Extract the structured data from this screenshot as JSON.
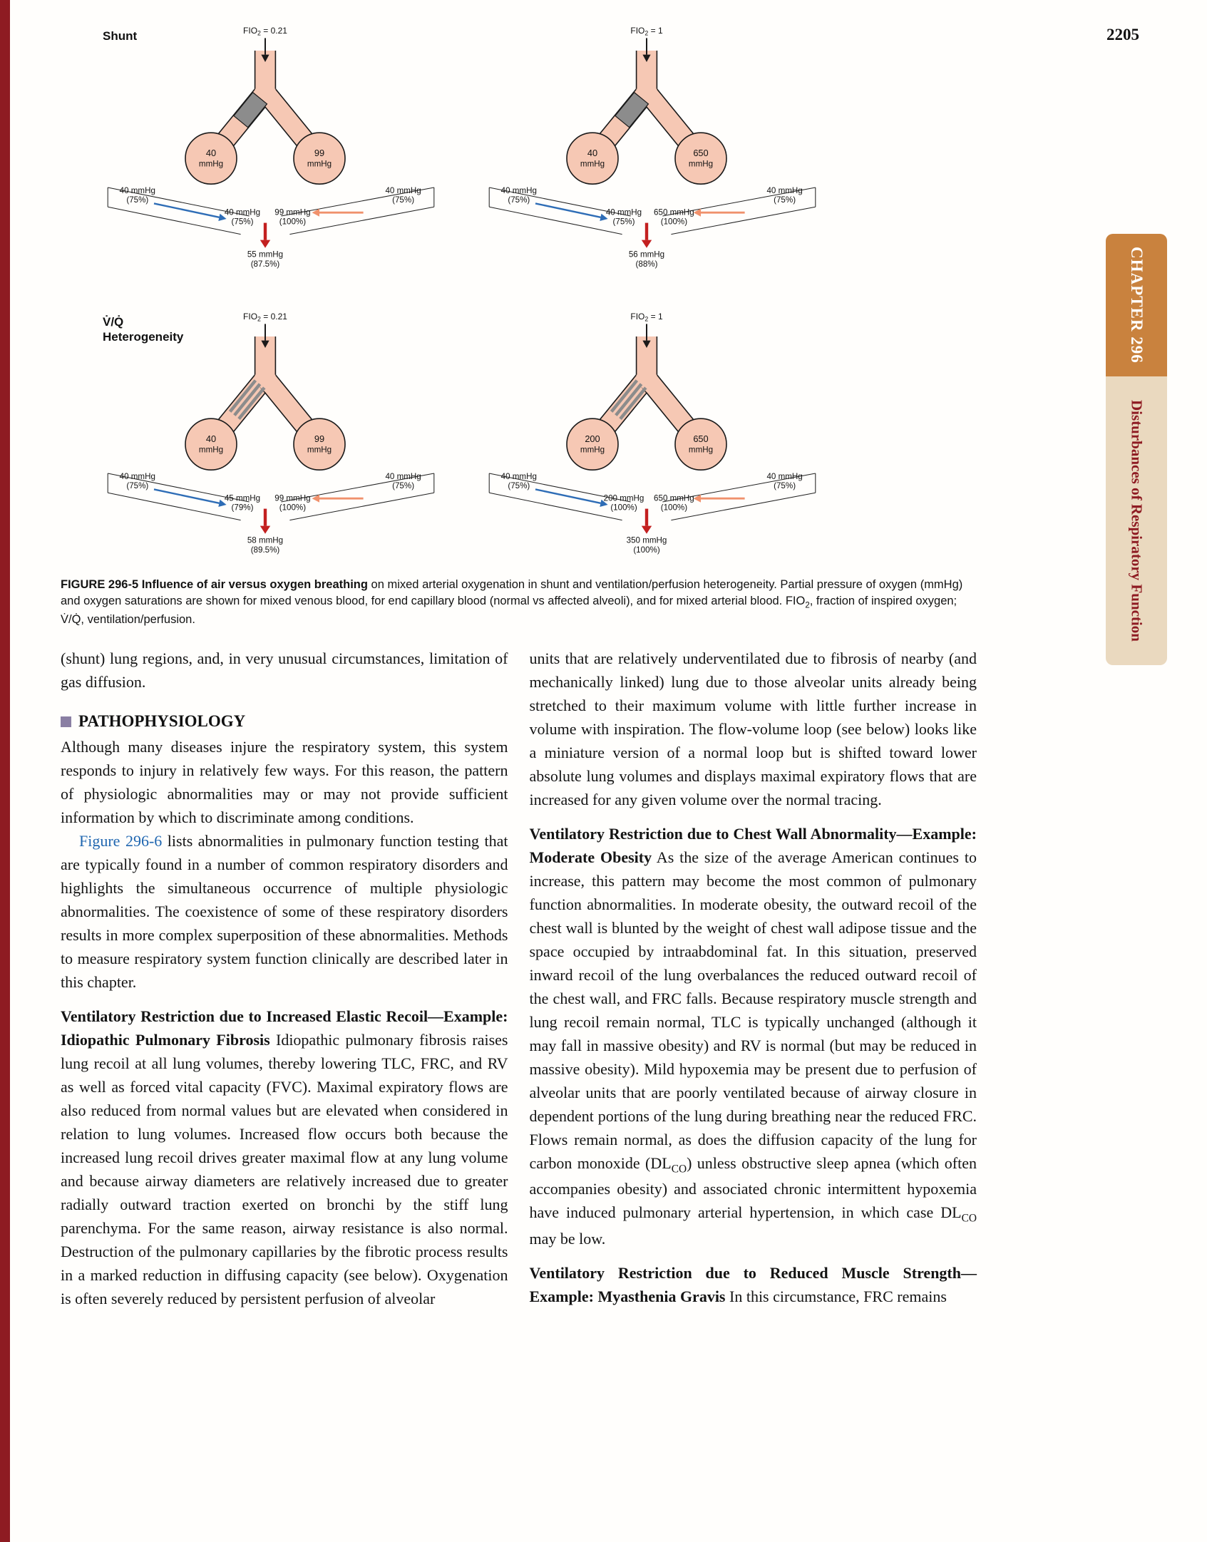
{
  "page": {
    "number": "2205"
  },
  "sidebar": {
    "chapter": "CHAPTER 296",
    "title": "Disturbances of Respiratory Function"
  },
  "colors": {
    "tube_fill": "#f6c8b4",
    "block_gray": "#8c8c8c",
    "arrow_blue": "#2e6db6",
    "arrow_orange": "#f0916c",
    "arrow_red": "#c32020",
    "link_blue": "#1f66b0",
    "heading_square": "#8a7fa3",
    "tab_orange": "#c9823e",
    "tab_tan": "#ead9bf",
    "maroon": "#8e1b22"
  },
  "figure": {
    "row_labels": [
      {
        "lines": [
          "Shunt"
        ]
      },
      {
        "lines": [
          "V̇/Q̇",
          "Heterogeneity"
        ]
      }
    ],
    "panels": [
      {
        "id": "shunt-air",
        "fio2_prefix": "FIO",
        "fio2_sub": "2",
        "fio2_rest": " = 0.21",
        "obstruction": "block",
        "alveoli": {
          "left": {
            "value": "40",
            "unit": "mmHg"
          },
          "right": {
            "value": "99",
            "unit": "mmHg"
          }
        },
        "mixed_venous_left": [
          "40 mmHg",
          "(75%)"
        ],
        "mixed_venous_right": [
          "40 mmHg",
          "(75%)"
        ],
        "end_capillary_affected": [
          "40 mmHg",
          "(75%)"
        ],
        "end_capillary_normal": [
          "99 mmHg",
          "(100%)"
        ],
        "mixed_arterial": [
          "55 mmHg",
          "(87.5%)"
        ]
      },
      {
        "id": "shunt-oxygen",
        "fio2_prefix": "FIO",
        "fio2_sub": "2",
        "fio2_rest": " = 1",
        "obstruction": "block",
        "alveoli": {
          "left": {
            "value": "40",
            "unit": "mmHg"
          },
          "right": {
            "value": "650",
            "unit": "mmHg"
          }
        },
        "mixed_venous_left": [
          "40 mmHg",
          "(75%)"
        ],
        "mixed_venous_right": [
          "40 mmHg",
          "(75%)"
        ],
        "end_capillary_affected": [
          "40 mmHg",
          "(75%)"
        ],
        "end_capillary_normal": [
          "650 mmHg",
          "(100%)"
        ],
        "mixed_arterial": [
          "56 mmHg",
          "(88%)"
        ]
      },
      {
        "id": "vq-air",
        "fio2_prefix": "FIO",
        "fio2_sub": "2",
        "fio2_rest": " = 0.21",
        "obstruction": "stripes",
        "alveoli": {
          "left": {
            "value": "40",
            "unit": "mmHg"
          },
          "right": {
            "value": "99",
            "unit": "mmHg"
          }
        },
        "mixed_venous_left": [
          "40 mmHg",
          "(75%)"
        ],
        "mixed_venous_right": [
          "40 mmHg",
          "(75%)"
        ],
        "end_capillary_affected": [
          "45 mmHg",
          "(79%)"
        ],
        "end_capillary_normal": [
          "99 mmHg",
          "(100%)"
        ],
        "mixed_arterial": [
          "58 mmHg",
          "(89.5%)"
        ]
      },
      {
        "id": "vq-oxygen",
        "fio2_prefix": "FIO",
        "fio2_sub": "2",
        "fio2_rest": " = 1",
        "obstruction": "stripes",
        "alveoli": {
          "left": {
            "value": "200",
            "unit": "mmHg"
          },
          "right": {
            "value": "650",
            "unit": "mmHg"
          }
        },
        "mixed_venous_left": [
          "40 mmHg",
          "(75%)"
        ],
        "mixed_venous_right": [
          "40 mmHg",
          "(75%)"
        ],
        "end_capillary_affected": [
          "200 mmHg",
          "(100%)"
        ],
        "end_capillary_normal": [
          "650 mmHg",
          "(100%)"
        ],
        "mixed_arterial": [
          "350 mmHg",
          "(100%)"
        ]
      }
    ],
    "caption": {
      "runs": [
        {
          "t": "FIGURE 296-5  Influence of air versus oxygen breathing",
          "style": "bold"
        },
        {
          "t": " on mixed arterial oxygenation in shunt and ventilation/perfusion heterogeneity. Partial pressure of oxygen (mmHg) and oxygen saturations are shown for mixed venous blood, for end capillary blood (normal vs affected alveoli), and for mixed arterial blood. FIO"
        },
        {
          "t": "2",
          "style": "sub"
        },
        {
          "t": ", fraction of inspired oxygen; V̇/Q̇, ventilation/perfusion."
        }
      ]
    }
  },
  "article": {
    "left": [
      {
        "type": "p",
        "runs": [
          {
            "t": "(shunt) lung regions, and, in very unusual circumstances, limitation of gas diffusion."
          }
        ]
      },
      {
        "type": "h",
        "text": "PATHOPHYSIOLOGY"
      },
      {
        "type": "p",
        "runs": [
          {
            "t": "Although many diseases injure the respiratory system, this system responds to injury in relatively few ways. For this reason, the pattern of physiologic abnormalities may or may not provide sufficient information by which to discriminate among conditions."
          }
        ]
      },
      {
        "type": "p",
        "indent": true,
        "runs": [
          {
            "t": "Figure 296-6",
            "style": "link"
          },
          {
            "t": " lists abnormalities in pulmonary function testing that are typically found in a number of common respiratory disorders and highlights the simultaneous occurrence of multiple physiologic abnormalities. The coexistence of some of these respiratory disorders results in more complex superposition of these abnormalities. Methods to measure respiratory system function clinically are described later in this chapter."
          }
        ]
      },
      {
        "type": "p",
        "spaced": true,
        "runs": [
          {
            "t": "Ventilatory Restriction due to Increased Elastic Recoil—Example: Idiopathic Pulmonary Fibrosis",
            "style": "bold"
          },
          {
            "t": "  Idiopathic pulmonary fibrosis raises lung recoil at all lung volumes, thereby lowering TLC, FRC, and RV as well as forced vital capacity (FVC). Maximal expiratory flows are also reduced from normal values but are elevated when considered in relation to lung volumes. Increased flow occurs both because the increased lung recoil drives greater maximal flow at any lung volume and because airway diameters are relatively increased due to greater radially outward traction exerted on bronchi by the stiff lung parenchyma. For the same reason, airway resistance is also normal. Destruction of the pulmonary capillaries by the fibrotic process results in a marked reduction in diffusing capacity (see below). Oxygenation is often severely reduced by persistent perfusion of alveolar"
          }
        ]
      }
    ],
    "right": [
      {
        "type": "p",
        "runs": [
          {
            "t": "units that are relatively underventilated due to fibrosis of nearby (and mechanically linked) lung due to those alveolar units already being stretched to their maximum volume with little further increase in volume with inspiration. The flow-volume loop (see below) looks like a miniature version of a normal loop but is shifted toward lower absolute lung volumes and displays maximal expiratory flows that are increased for any given volume over the normal tracing."
          }
        ]
      },
      {
        "type": "p",
        "spaced": true,
        "runs": [
          {
            "t": "Ventilatory Restriction due to Chest Wall Abnormality—Example: Moderate Obesity",
            "style": "bold"
          },
          {
            "t": "  As the size of the average American continues to increase, this pattern may become the most common of pulmonary function abnormalities. In moderate obesity, the outward recoil of the chest wall is blunted by the weight of chest wall adipose tissue and the space occupied by intraabdominal fat. In this situation, preserved inward recoil of the lung overbalances the reduced outward recoil of the chest wall, and FRC falls. Because respiratory muscle strength and lung recoil remain normal, TLC is typically unchanged (although it may fall in massive obesity) and RV is normal (but may be reduced in massive obesity). Mild hypoxemia may be present due to perfusion of alveolar units that are poorly ventilated because of airway closure in dependent portions of the lung during breathing near the reduced FRC. Flows remain normal, as does the diffusion capacity of the lung for carbon monoxide (DL"
          },
          {
            "t": "CO",
            "style": "sub"
          },
          {
            "t": ") unless obstructive sleep apnea (which often accompanies obesity) and associated chronic intermittent hypoxemia have induced pulmonary arterial hypertension, in which case DL"
          },
          {
            "t": "CO",
            "style": "sub"
          },
          {
            "t": " may be low."
          }
        ]
      },
      {
        "type": "p",
        "spaced": true,
        "runs": [
          {
            "t": "Ventilatory Restriction due to Reduced Muscle Strength—Example: Myasthenia Gravis",
            "style": "bold"
          },
          {
            "t": "  In this circumstance, FRC remains"
          }
        ]
      }
    ]
  }
}
